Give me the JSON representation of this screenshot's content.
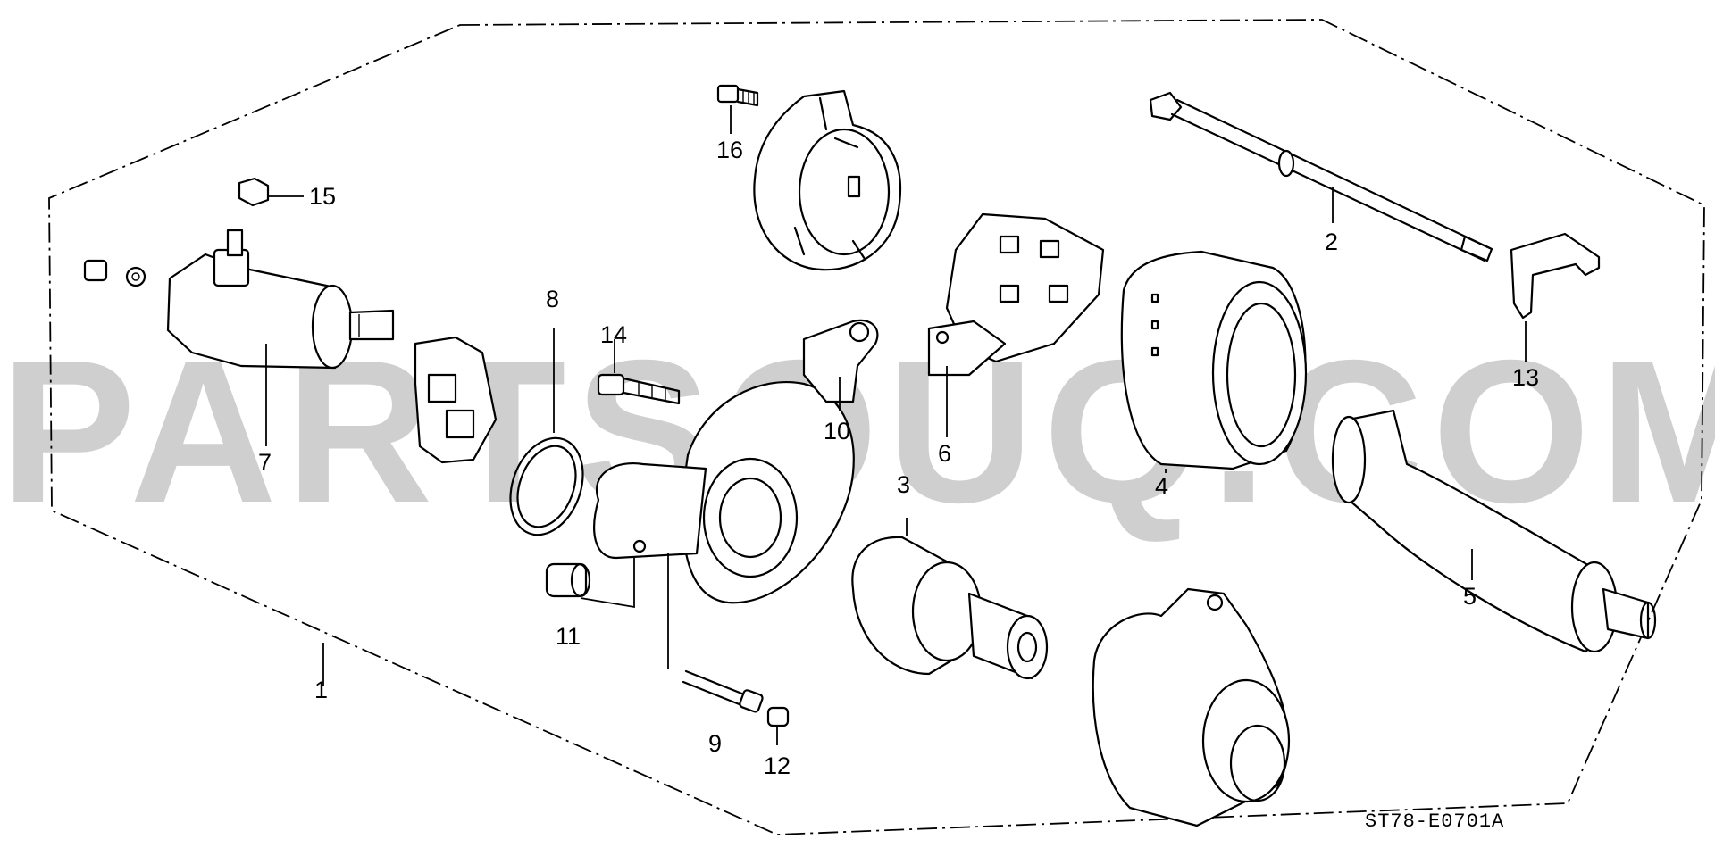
{
  "diagram": {
    "watermark": "PARTSOUQ.COM",
    "drawing_code": "ST78-E0701A",
    "callouts": [
      "1",
      "2",
      "3",
      "4",
      "5",
      "6",
      "7",
      "8",
      "9",
      "10",
      "11",
      "12",
      "13",
      "14",
      "15",
      "16"
    ]
  }
}
